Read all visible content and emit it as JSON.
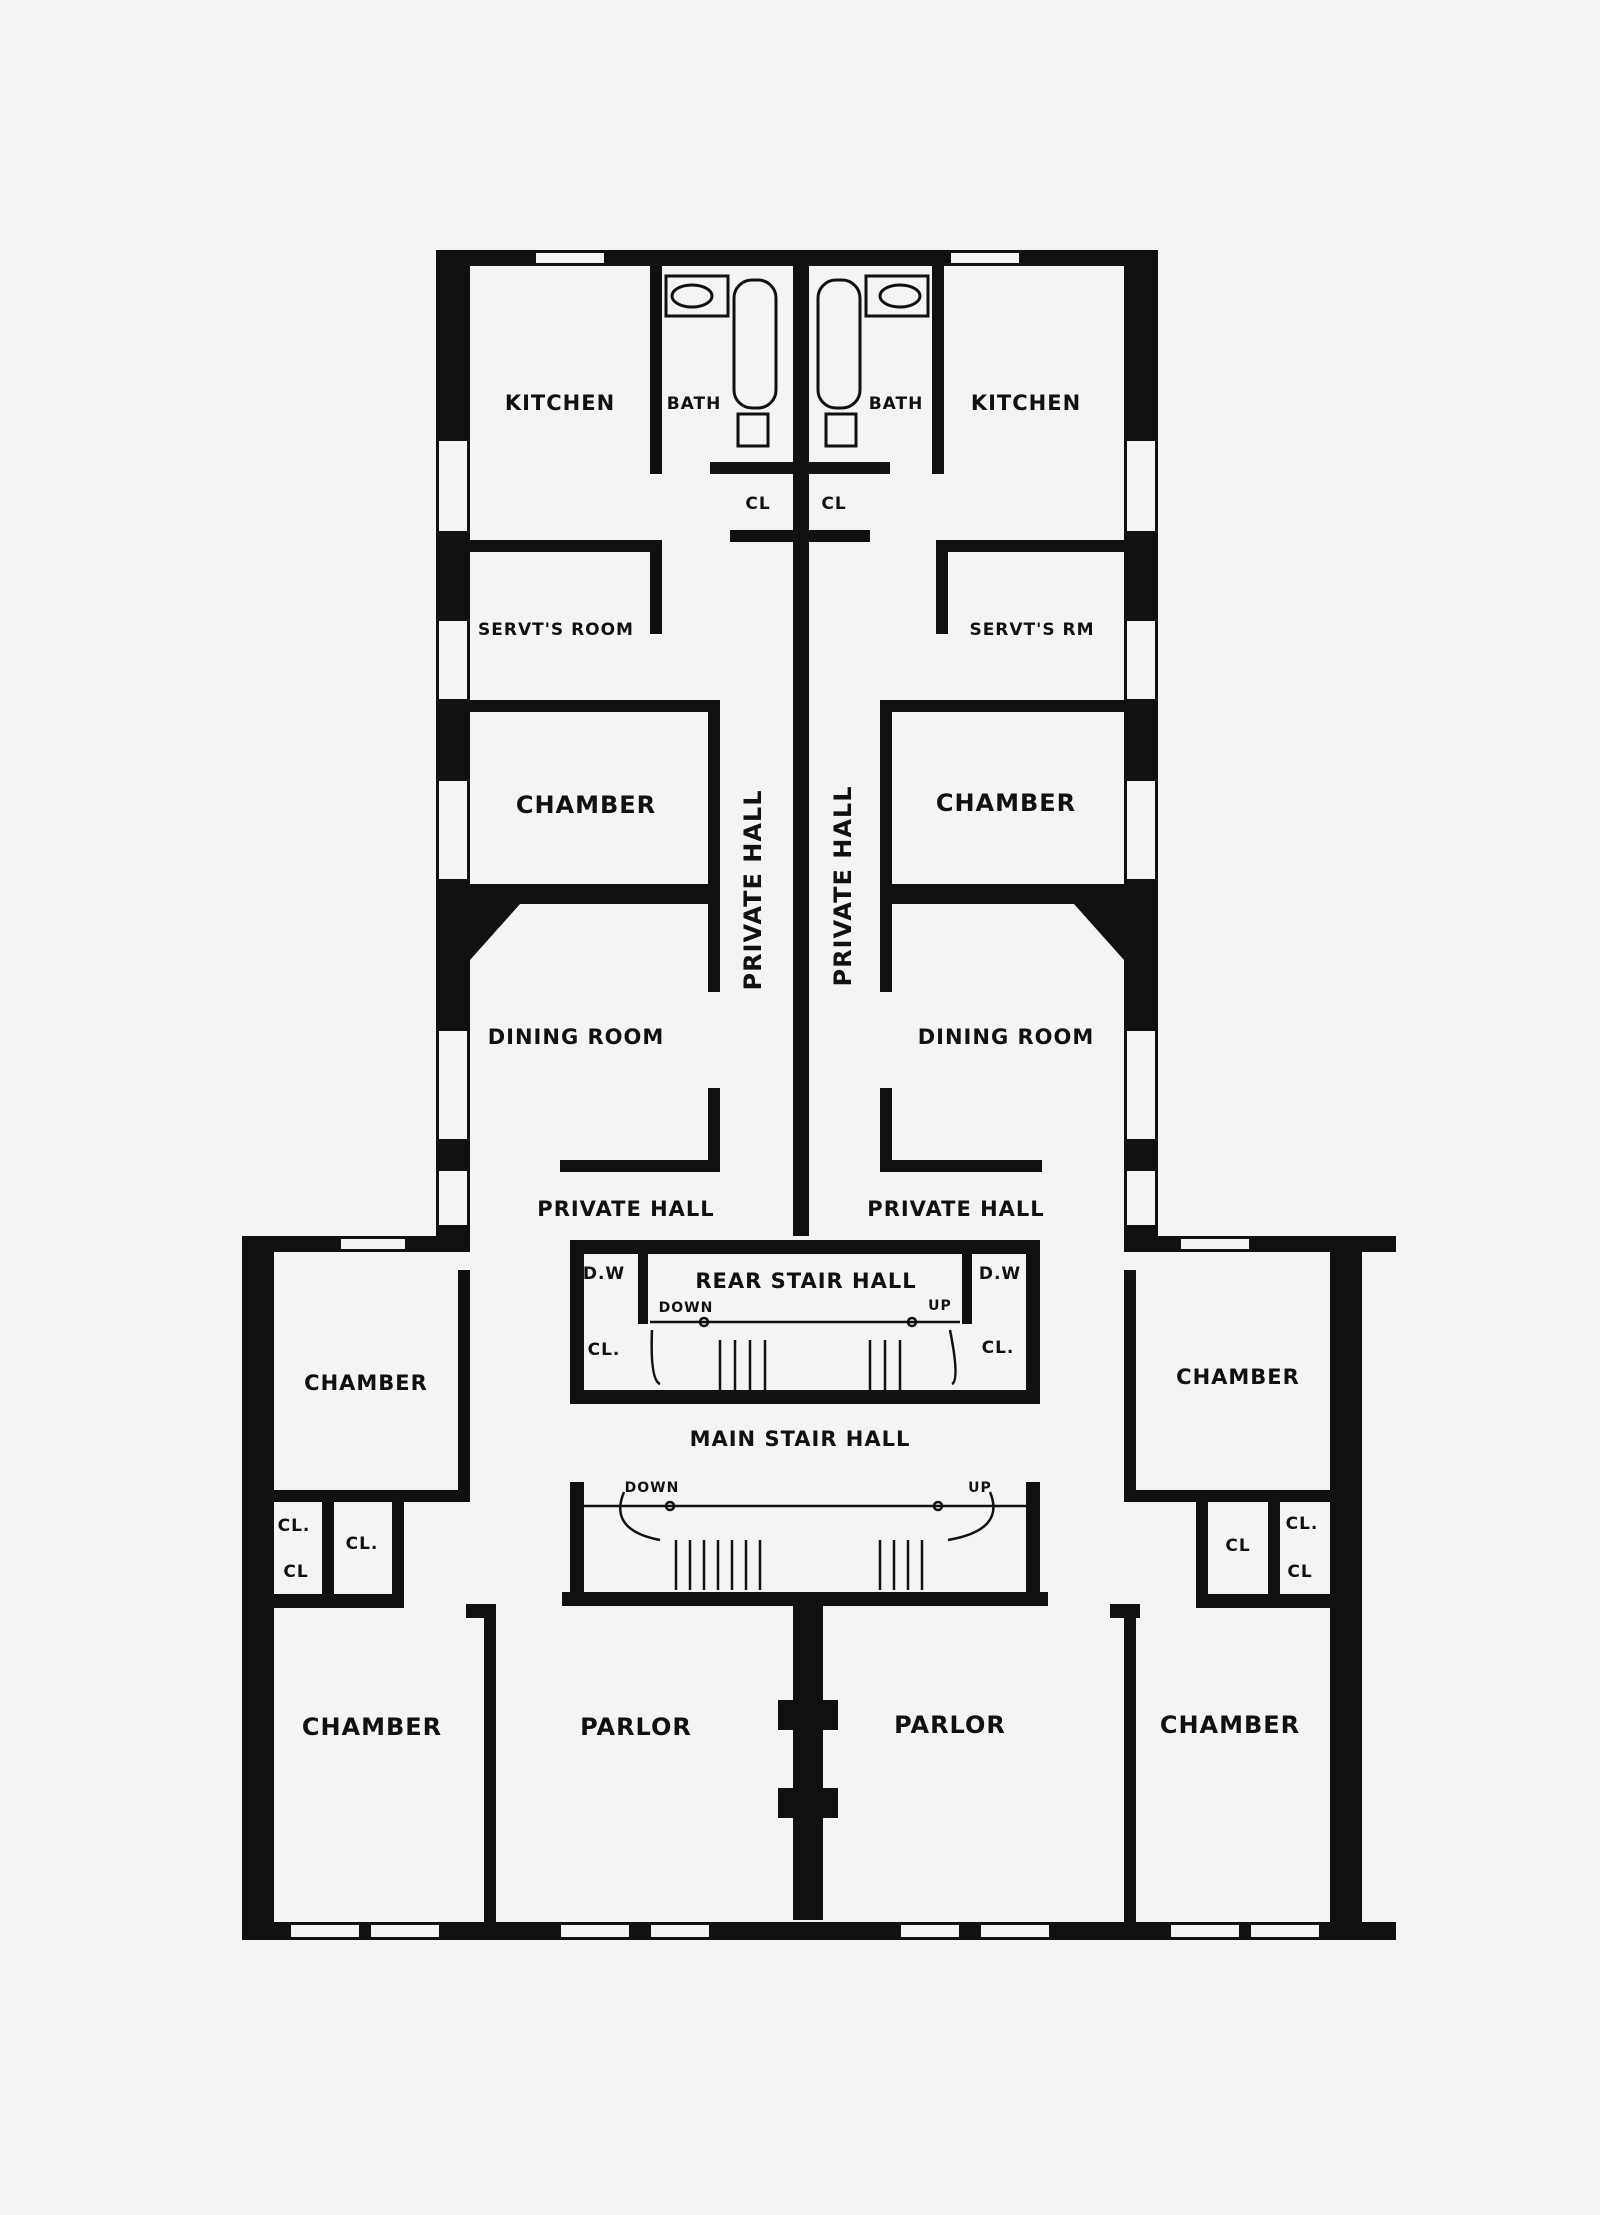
{
  "colors": {
    "ink": "#111111",
    "paper": "#f4f4f4"
  },
  "labels": {
    "kitchen_left": "KITCHEN",
    "kitchen_right": "KITCHEN",
    "bath_left": "BATH",
    "bath_right": "BATH",
    "cl_upper_left": "CL",
    "cl_upper_right": "CL",
    "servts_room_left": "SERVT'S ROOM",
    "servts_rm_right": "SERVT'S RM",
    "chamber_upper_left": "CHAMBER",
    "chamber_upper_right": "CHAMBER",
    "private_hall_vert_left": "PRIVATE HALL",
    "private_hall_vert_right": "PRIVATE HALL",
    "dining_room_left": "DINING ROOM",
    "dining_room_right": "DINING ROOM",
    "private_hall_left": "PRIVATE HALL",
    "private_hall_right": "PRIVATE HALL",
    "dw_left": "D.W",
    "dw_right": "D.W",
    "rear_stair_hall": "REAR STAIR HALL",
    "down_rear": "DOWN",
    "up_rear": "UP",
    "cl_rear_left": "CL.",
    "cl_rear_right": "CL.",
    "main_stair_hall": "MAIN STAIR HALL",
    "down_main": "DOWN",
    "up_main": "UP",
    "chamber_mid_left": "CHAMBER",
    "chamber_mid_right": "CHAMBER",
    "cl_left_a": "CL.",
    "cl_left_b": "CL.",
    "cl_left_c": "CL",
    "cl_right_a": "CL",
    "cl_right_b": "CL.",
    "cl_right_c": "CL",
    "chamber_lower_left": "CHAMBER",
    "chamber_lower_right": "CHAMBER",
    "parlor_left": "PARLOR",
    "parlor_right": "PARLOR"
  }
}
